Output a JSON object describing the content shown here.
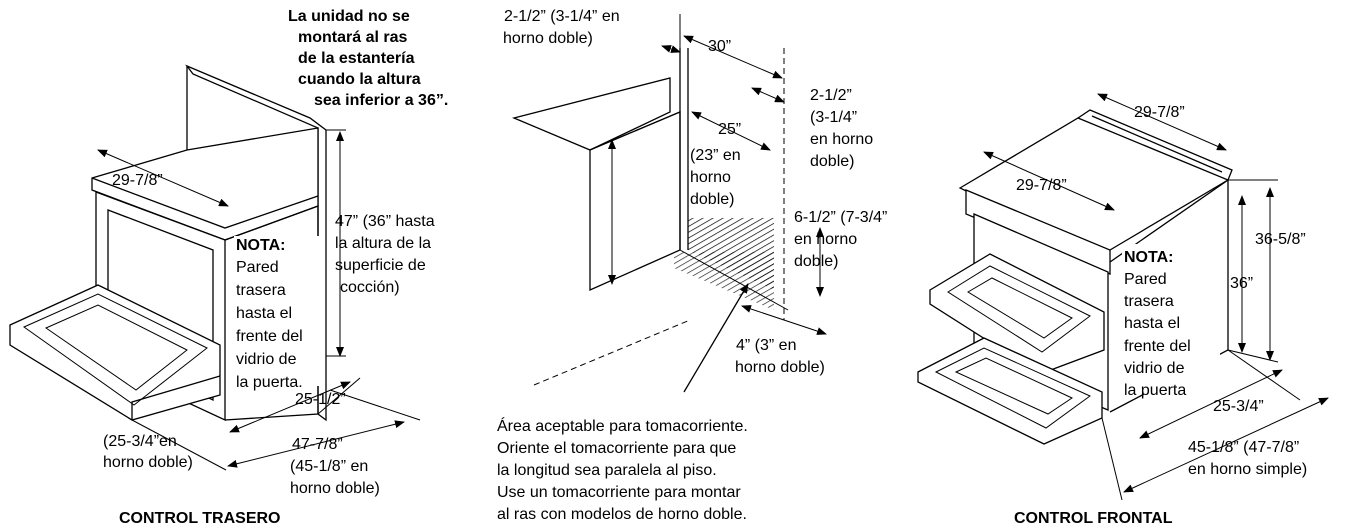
{
  "left_diagram": {
    "warning": [
      "La unidad no se",
      "montará al ras",
      "de la estantería",
      "cuando la altura",
      "sea inferior a 36”."
    ],
    "width_dim": "29-7/8”",
    "height_dim": [
      "47” (36” hasta",
      "la altura de la",
      "superficie de",
      "cocción)"
    ],
    "note_title": "NOTA:",
    "note_body": [
      "Pared",
      "trasera",
      "hasta el",
      "frente del",
      "vidrio de",
      "la puerta."
    ],
    "depth_dim": "25-1/2”",
    "depth_double": [
      "(25-3/4”en",
      "horno doble)"
    ],
    "overall_depth": [
      "47-7/8”",
      "(45-1/8” en",
      "horno doble)"
    ],
    "caption": "CONTROL TRASERO"
  },
  "center_diagram": {
    "top_left_dim": [
      "2-1/2” (3-1/4” en",
      "horno doble)"
    ],
    "width_30": "30”",
    "right_top_dim": [
      "2-1/2”",
      "(3-1/4”",
      "en horno",
      "doble)"
    ],
    "dim_25": [
      "25”",
      "(23” en",
      "horno",
      "doble)"
    ],
    "dim_6": [
      "6-1/2” (7-3/4”",
      "en horno",
      "doble)"
    ],
    "dim_4": [
      "4” (3” en",
      "horno doble)"
    ],
    "outlet_note": [
      "Área aceptable para tomacorriente.",
      "Oriente el tomacorriente para que",
      "la longitud sea paralela al piso.",
      "Use un tomacorriente para montar",
      "al ras con modelos de horno doble."
    ]
  },
  "right_diagram": {
    "top_width": "29-7/8”",
    "front_width": "29-7/8”",
    "height_outer": "36-5/8”",
    "height_inner": "36”",
    "note_title": "NOTA:",
    "note_body": [
      "Pared",
      "trasera",
      "hasta el",
      "frente del",
      "vidrio de",
      "la puerta"
    ],
    "depth_dim": "25-3/4”",
    "overall_depth": [
      "45-1/8” (47-7/8”",
      "en horno simple)"
    ],
    "caption": "CONTROL FRONTAL"
  }
}
